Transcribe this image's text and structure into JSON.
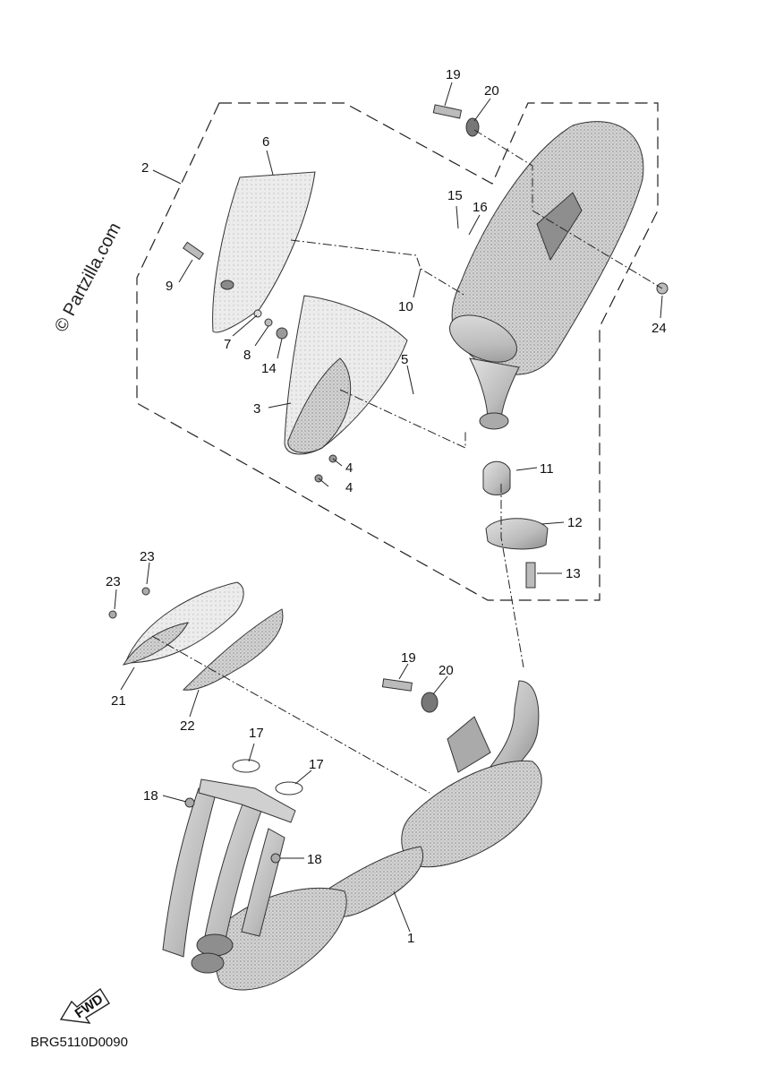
{
  "watermark": "© Partzilla.com",
  "diagram_code": "BRG5110D0090",
  "fwd_label": "FWD",
  "callouts": [
    "1",
    "2",
    "3",
    "4",
    "5",
    "6",
    "7",
    "8",
    "9",
    "10",
    "11",
    "12",
    "13",
    "14",
    "15",
    "16",
    "17",
    "18",
    "19",
    "20",
    "21",
    "22",
    "23",
    "24"
  ],
  "colors": {
    "part_fill": "#c9c9c9",
    "part_dark": "#8e8e8e",
    "line": "#222222",
    "background": "#ffffff"
  }
}
